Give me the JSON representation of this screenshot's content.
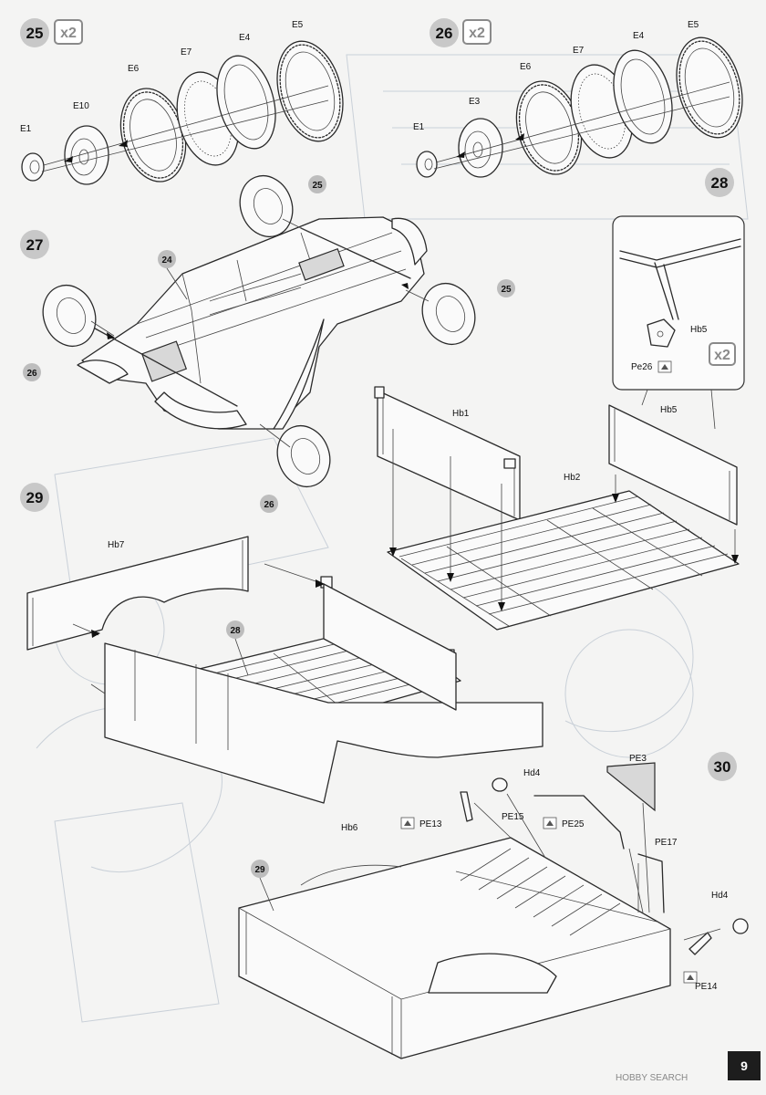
{
  "steps": {
    "s25": {
      "number": "25",
      "multiplier": "x2"
    },
    "s26": {
      "number": "26",
      "multiplier": "x2"
    },
    "s27": {
      "number": "27"
    },
    "s28": {
      "number": "28",
      "multiplier": "x2"
    },
    "s29": {
      "number": "29"
    },
    "s30": {
      "number": "30"
    }
  },
  "parts": {
    "e1a": "E1",
    "e10": "E10",
    "e6a": "E6",
    "e7a": "E7",
    "e4a": "E4",
    "e5a": "E5",
    "e1b": "E1",
    "e3": "E3",
    "e6b": "E6",
    "e7b": "E7",
    "e4b": "E4",
    "e5b": "E5",
    "hb5a": "Hb5",
    "pe26": "Pe26",
    "hb5b": "Hb5",
    "hb1": "Hb1",
    "hb2": "Hb2",
    "hb7": "Hb7",
    "hb6": "Hb6",
    "pe3": "PE3",
    "hd4a": "Hd4",
    "pe13": "PE13",
    "pe25": "PE25",
    "pe15": "PE15",
    "pe17": "PE17",
    "hd4b": "Hd4",
    "pe14": "PE14"
  },
  "refs": {
    "r25a": "25",
    "r24": "24",
    "r25b": "25",
    "r26a": "26",
    "r26b": "26",
    "r28": "28",
    "r29": "29"
  },
  "page_number": "9",
  "watermark": "HOBBY SEARCH",
  "colors": {
    "step_circle": "#c8c8c8",
    "ink": "#2a2a2a",
    "page_box": "#1d1d1d"
  }
}
